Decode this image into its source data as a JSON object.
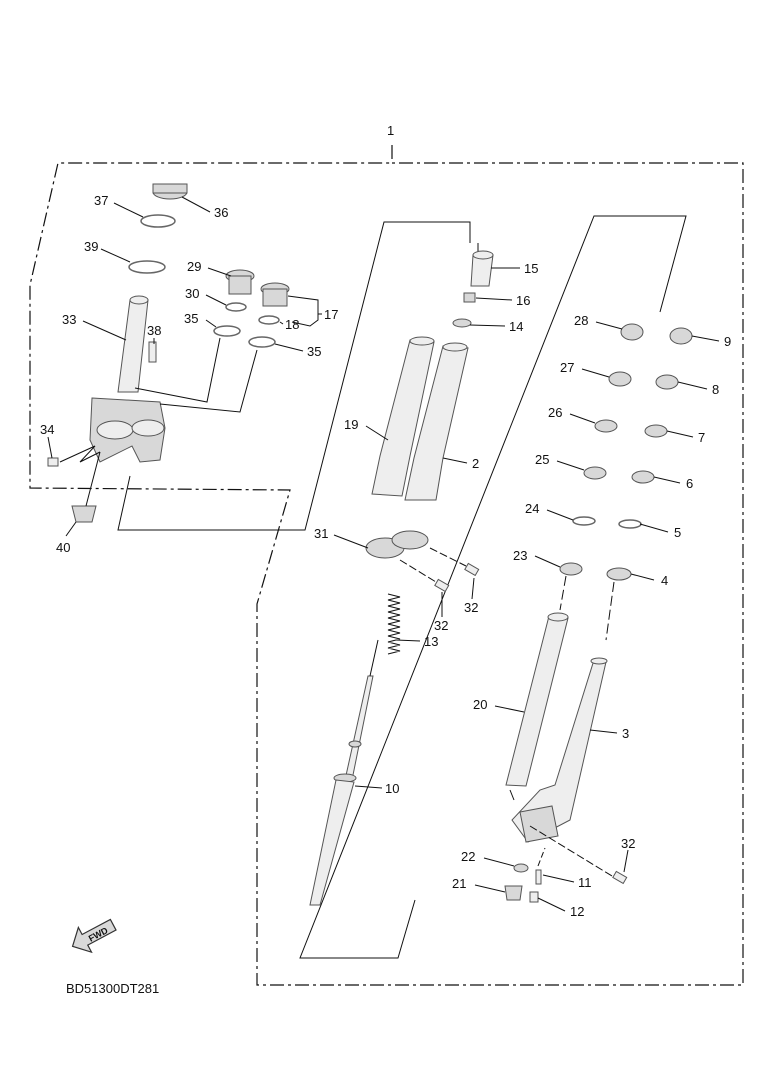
{
  "diagram": {
    "drawing_code": "BD51300DT281",
    "fwd_label": "FWD",
    "callouts": [
      {
        "id": "c1",
        "text": "1"
      },
      {
        "id": "c2",
        "text": "2"
      },
      {
        "id": "c3",
        "text": "3"
      },
      {
        "id": "c4",
        "text": "4"
      },
      {
        "id": "c5",
        "text": "5"
      },
      {
        "id": "c6",
        "text": "6"
      },
      {
        "id": "c7",
        "text": "7"
      },
      {
        "id": "c8",
        "text": "8"
      },
      {
        "id": "c9",
        "text": "9"
      },
      {
        "id": "c10",
        "text": "10"
      },
      {
        "id": "c11",
        "text": "11"
      },
      {
        "id": "c12",
        "text": "12"
      },
      {
        "id": "c13",
        "text": "13"
      },
      {
        "id": "c14",
        "text": "14"
      },
      {
        "id": "c15",
        "text": "15"
      },
      {
        "id": "c16",
        "text": "16"
      },
      {
        "id": "c17",
        "text": "17"
      },
      {
        "id": "c18",
        "text": "18"
      },
      {
        "id": "c19",
        "text": "19"
      },
      {
        "id": "c20",
        "text": "20"
      },
      {
        "id": "c21",
        "text": "21"
      },
      {
        "id": "c22",
        "text": "22"
      },
      {
        "id": "c23",
        "text": "23"
      },
      {
        "id": "c24",
        "text": "24"
      },
      {
        "id": "c25",
        "text": "25"
      },
      {
        "id": "c26",
        "text": "26"
      },
      {
        "id": "c27",
        "text": "27"
      },
      {
        "id": "c28",
        "text": "28"
      },
      {
        "id": "c29",
        "text": "29"
      },
      {
        "id": "c30",
        "text": "30"
      },
      {
        "id": "c31",
        "text": "31"
      },
      {
        "id": "c32a",
        "text": "32"
      },
      {
        "id": "c32b",
        "text": "32"
      },
      {
        "id": "c32c",
        "text": "32"
      },
      {
        "id": "c33",
        "text": "33"
      },
      {
        "id": "c34",
        "text": "34"
      },
      {
        "id": "c35a",
        "text": "35"
      },
      {
        "id": "c35b",
        "text": "35"
      },
      {
        "id": "c36",
        "text": "36"
      },
      {
        "id": "c37",
        "text": "37"
      },
      {
        "id": "c38",
        "text": "38"
      },
      {
        "id": "c39",
        "text": "39"
      },
      {
        "id": "c40",
        "text": "40"
      }
    ]
  }
}
